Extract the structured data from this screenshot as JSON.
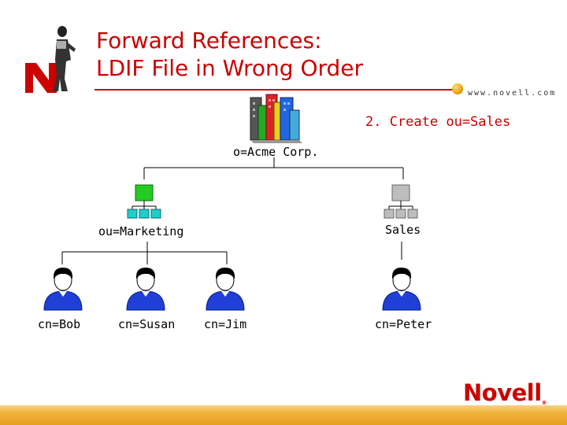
{
  "header": {
    "title_line1": "Forward References:",
    "title_line2": "LDIF File in Wrong Order",
    "website": "www.novell.com",
    "logo_letter": "N"
  },
  "step_text": "2.  Create ou=Sales",
  "tree": {
    "root": "o=Acme Corp.",
    "ou_left": "ou=Marketing",
    "ou_right": "Sales",
    "users": [
      "cn=Bob",
      "cn=Susan",
      "cn=Jim",
      "cn=Peter"
    ]
  },
  "brand": {
    "name": "Novell",
    "mark": "®"
  },
  "colors": {
    "accent": "#cc0000",
    "user_blue": "#1f3fd6",
    "ou_green": "#22cc22",
    "ou_grey": "#bdbdbd",
    "leaf_cyan": "#22cccc"
  }
}
